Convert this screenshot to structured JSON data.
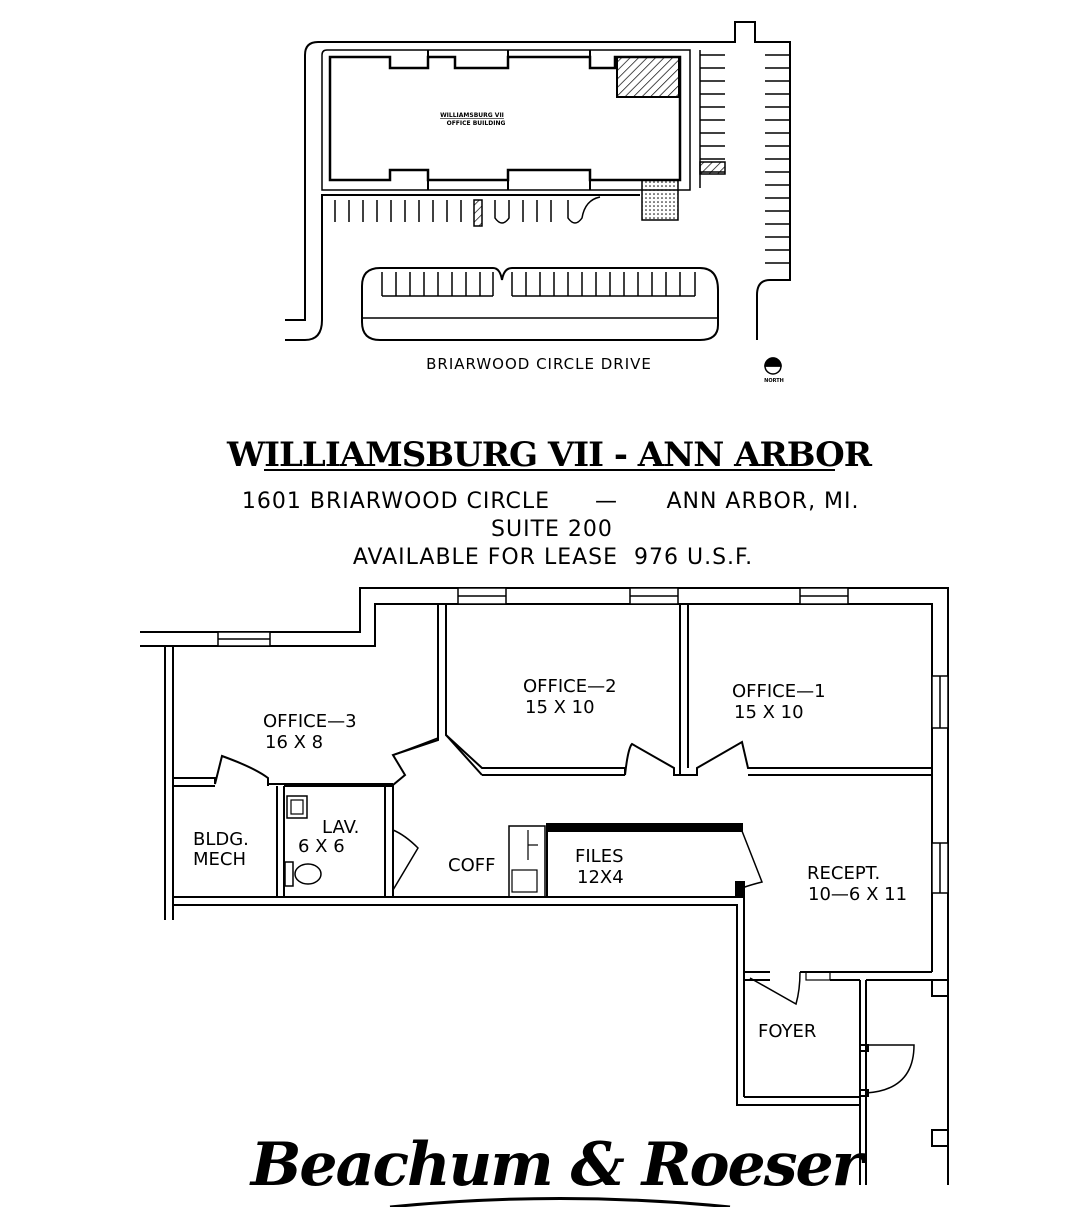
{
  "site_plan": {
    "building_label_line1": "WILLIAMSBURG VII",
    "building_label_line2": "OFFICE BUILDING",
    "street_label": "BRIARWOOD CIRCLE DRIVE",
    "north_label": "NORTH"
  },
  "header": {
    "title": "WILLIAMSBURG VII - ANN ARBOR",
    "address_street": "1601 BRIARWOOD CIRCLE",
    "address_dash": "—",
    "address_city": "ANN ARBOR, MI.",
    "suite": "SUITE 200",
    "availability": "AVAILABLE FOR LEASE  976 U.S.F."
  },
  "rooms": {
    "office3_name": "OFFICE—3",
    "office3_size": "16 X 8",
    "office2_name": "OFFICE—2",
    "office2_size": "15 X 10",
    "office1_name": "OFFICE—1",
    "office1_size": "15 X 10",
    "mech_line1": "BLDG.",
    "mech_line2": "MECH",
    "lav_name": "LAV.",
    "lav_size": "6 X 6",
    "coffee": "COFF",
    "files_name": "FILES",
    "files_size": "12X4",
    "recept_name": "RECEPT.",
    "recept_size": "10—6 X 11",
    "foyer": "FOYER"
  },
  "footer": {
    "brand": "Beachum & Roeser"
  }
}
